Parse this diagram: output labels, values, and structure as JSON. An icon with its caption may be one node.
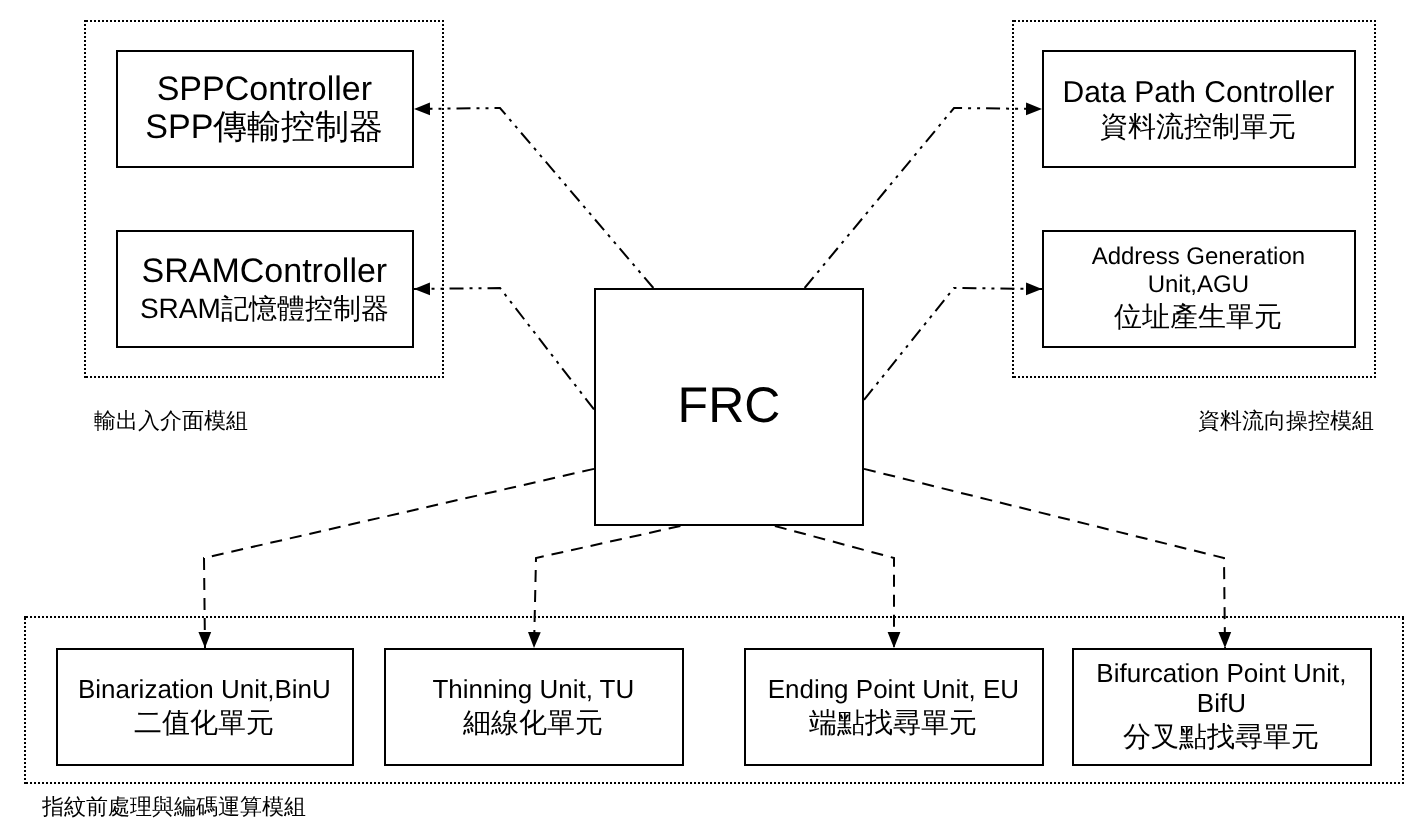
{
  "diagram": {
    "nodes": [
      {
        "text": [
          "輸出入介面模組"
        ]
      },
      {
        "text": [
          "SPPController",
          "SPP傳輸控制器"
        ],
        "in": 0
      },
      {
        "text": [
          "SRAMController",
          "SRAM記憶體控制器"
        ],
        "in": 0
      },
      {
        "text": [
          "資料流向操控模組"
        ]
      },
      {
        "text": [
          "Data Path Controller",
          "資料流控制單元"
        ],
        "in": 3
      },
      {
        "text": [
          "Address Generation Unit,AGU",
          "位址產生單元"
        ],
        "in": 3
      },
      {
        "text": [
          "FRC"
        ]
      },
      {
        "text": [
          "指紋前處理與編碼運算模組"
        ]
      },
      {
        "text": [
          "Binarization Unit,BinU",
          "二值化單元"
        ],
        "in": 7
      },
      {
        "text": [
          "Thinning Unit, TU",
          "細線化單元"
        ],
        "in": 7
      },
      {
        "text": [
          "Ending Point Unit, EU",
          "端點找尋單元"
        ],
        "in": 7
      },
      {
        "text": [
          "Bifurcation Point Unit, BifU",
          "分叉點找尋單元"
        ],
        "in": 7
      }
    ],
    "edges": [
      {
        "from": 6,
        "to": 1,
        "arrow": "to"
      },
      {
        "from": 6,
        "to": 2,
        "arrow": "to"
      },
      {
        "from": 6,
        "to": 4,
        "arrow": "to"
      },
      {
        "from": 6,
        "to": 5,
        "arrow": "to"
      },
      {
        "from": 6,
        "to": 8,
        "arrow": "to",
        "style": "dashed"
      },
      {
        "from": 6,
        "to": 9,
        "arrow": "to",
        "style": "dashed"
      },
      {
        "from": 6,
        "to": 10,
        "arrow": "to",
        "style": "dashed"
      },
      {
        "from": 6,
        "to": 11,
        "arrow": "to",
        "style": "dashed"
      }
    ]
  }
}
